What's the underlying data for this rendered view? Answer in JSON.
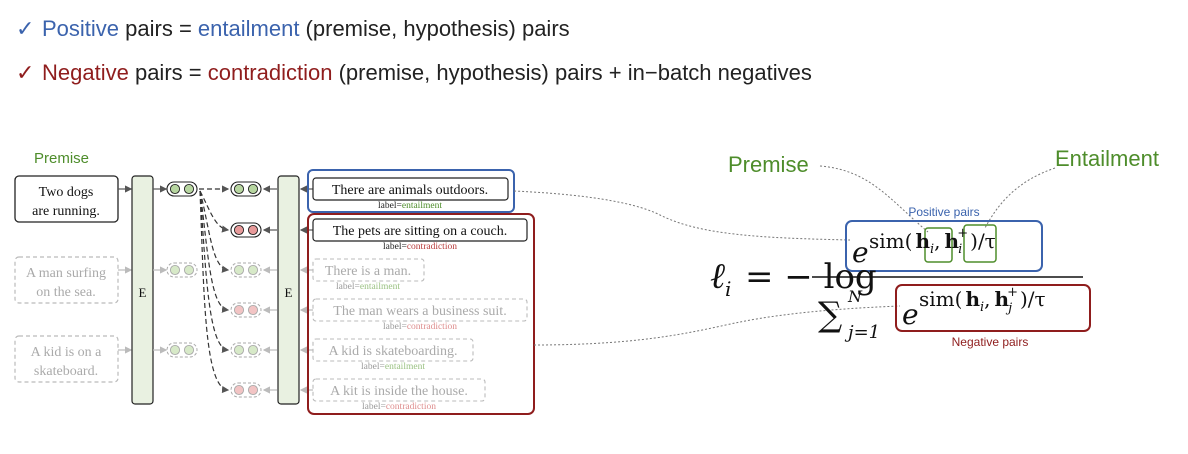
{
  "bullets": [
    {
      "check": "✓",
      "lead": "Positive",
      "mid": " pairs = ",
      "key": "entailment",
      "tail": " (premise, hypothesis) pairs",
      "color": "#3b63ad"
    },
    {
      "check": "✓",
      "lead": "Negative",
      "mid": " pairs = ",
      "key": "contradiction",
      "tail": " (premise, hypothesis) pairs + in−batch negatives",
      "color": "#8f1d1d"
    }
  ],
  "diagram": {
    "premise_header": "Premise",
    "encoder_label": "E",
    "premises": [
      {
        "line1": "Two dogs",
        "line2": "are running."
      },
      {
        "line1": "A man surfing",
        "line2": "on the sea."
      },
      {
        "line1": "A kid is on a",
        "line2": "skateboard."
      }
    ],
    "hypotheses": [
      {
        "text": "There are animals outdoors.",
        "label_prefix": "label=",
        "label": "entailment"
      },
      {
        "text": "The pets are sitting on a couch.",
        "label_prefix": "label=",
        "label": "contradiction"
      },
      {
        "text": "There is a man.",
        "label_prefix": "label=",
        "label": "entailment"
      },
      {
        "text": "The man wears a business suit.",
        "label_prefix": "label=",
        "label": "contradiction"
      },
      {
        "text": "A kid is skateboarding.",
        "label_prefix": "label=",
        "label": "entailment"
      },
      {
        "text": "A kit is inside the house.",
        "label_prefix": "label=",
        "label": "contradiction"
      }
    ]
  },
  "formula": {
    "premise_label": "Premise",
    "entailment_label": "Entailment",
    "positive_label": "Positive pairs",
    "negative_label": "Negative pairs",
    "lhs": "ℓ",
    "lhs_sub": "i",
    "eq": "= − log",
    "exp_base": "e",
    "sim": "sim(",
    "h": "h",
    "sub_i": "i",
    "sub_j": "j",
    "plus": "+",
    "tau_tail": ")/τ",
    "sum": "∑",
    "sum_top": "N",
    "sum_bot": "j=1"
  },
  "colors": {
    "blue": "#3b63ad",
    "red": "#8f1d1d",
    "green": "#4e8d2b",
    "gray": "#aaaaaa"
  }
}
